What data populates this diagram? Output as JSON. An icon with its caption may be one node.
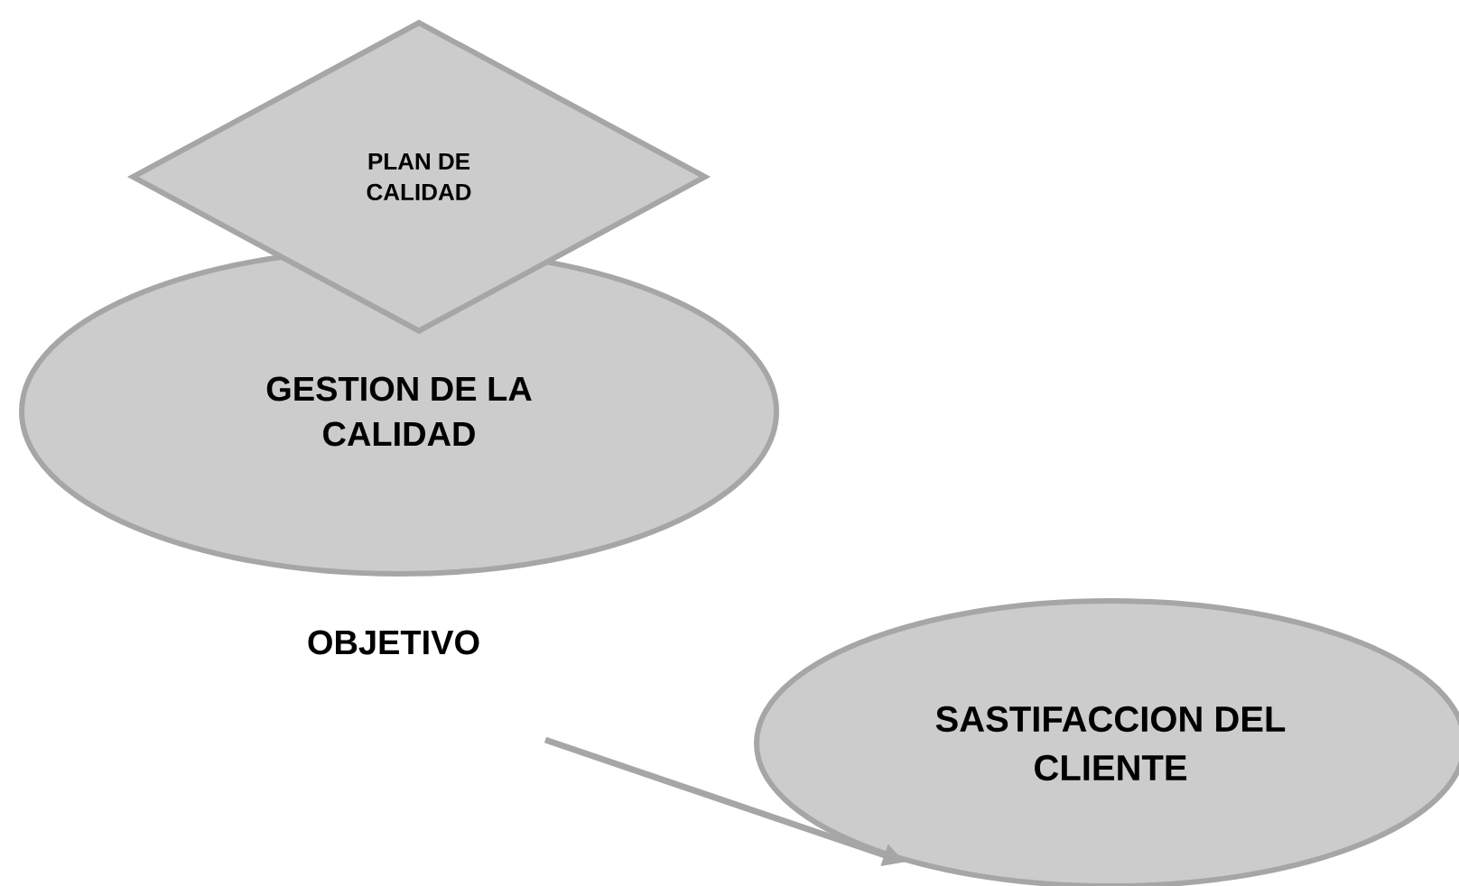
{
  "diagram": {
    "nodes": [
      {
        "text": [
          "PLAN DE CALIDAD"
        ]
      },
      {
        "text": [
          "GESTION DE LA CALIDAD"
        ]
      },
      {
        "text": [
          "SASTIFACCION DEL CLIENTE"
        ]
      }
    ],
    "edges": [
      {
        "from": null,
        "to": 2,
        "arrow": "to"
      }
    ],
    "labels": [
      "OBJETIVO"
    ]
  }
}
